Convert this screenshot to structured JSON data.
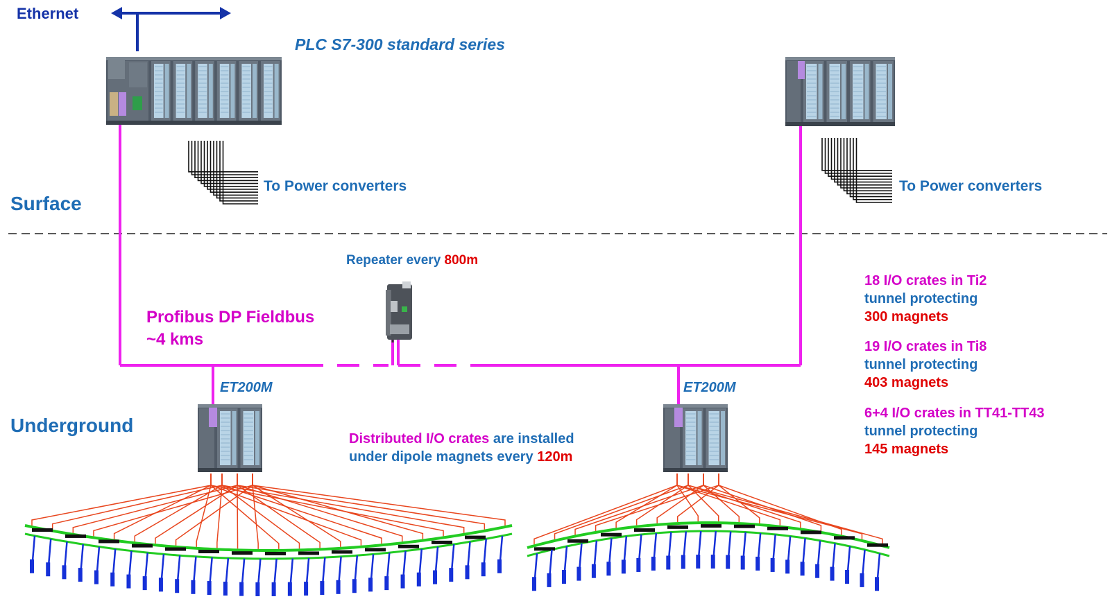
{
  "colors": {
    "fieldbus": "#ee22ee",
    "text_blue": "#1f6db5",
    "ethernet": "#1533a8",
    "magenta": "#d400c8",
    "red": "#e00000",
    "beamline_green": "#22cc22",
    "io_red": "#e8461e",
    "magnet_blue": "#1530d8",
    "crate_body": "#5a6470",
    "crate_module": "#b9d4e6"
  },
  "labels": {
    "ethernet": "Ethernet",
    "plc_series": "PLC S7-300 standard series",
    "power_left": "To Power converters",
    "power_right": "To Power converters",
    "surface": "Surface",
    "underground": "Underground",
    "repeater_prefix": "Repeater every ",
    "repeater_value": "800m",
    "fieldbus_line1": "Profibus DP Fieldbus",
    "fieldbus_line2": "~4 kms",
    "et200m_left": "ET200M",
    "et200m_right": "ET200M",
    "dist_io": {
      "part1": "Distributed I/O crates",
      "part2": " are installed",
      "part3": "under dipole magnets every ",
      "part4": "120m"
    }
  },
  "tunnels": [
    {
      "crates": "18 I/O crates in Ti2",
      "protecting": "tunnel protecting",
      "magnets": "300 magnets"
    },
    {
      "crates": "19 I/O crates in Ti8",
      "protecting": "tunnel protecting",
      "magnets": "403 magnets"
    },
    {
      "crates": "6+4 I/O crates in TT41-TT43",
      "protecting": "tunnel protecting",
      "magnets": "145 magnets"
    }
  ]
}
